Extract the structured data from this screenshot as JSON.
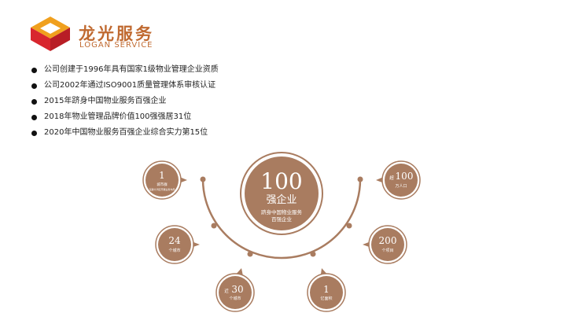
{
  "brand": {
    "name_cn": "龙光服务",
    "name_en": "LOGAN SERVICE",
    "colors": {
      "red": "#d8262e",
      "orange": "#f0a01e",
      "gold": "#c06a31",
      "bronze": "#a97c60"
    }
  },
  "bullets": [
    "公司创建于1996年具有国家1级物业管理企业资质",
    "公司2002年通过ISO9001质量管理体系审核认证",
    "2015年跻身中国物业服务百强企业",
    "2018年物业管理品牌价值100强强居31位",
    "2020年中国物业服务百强企业综合实力第15位"
  ],
  "center": {
    "number": "100",
    "title": "强企业",
    "line1": "跻身中国物业服务",
    "line2": "百强企业"
  },
  "callouts": [
    {
      "id": "c1",
      "prefix": "",
      "number": "1",
      "line1": "城市群",
      "line2": "深耕大湾区开展业务布局"
    },
    {
      "id": "c2",
      "prefix": "",
      "number": "24",
      "line1": "个城市",
      "line2": ""
    },
    {
      "id": "c3",
      "prefix": "近",
      "number": "30",
      "line1": "个城市",
      "line2": ""
    },
    {
      "id": "c4",
      "prefix": "",
      "number": "1",
      "line1": "亿面积",
      "line2": ""
    },
    {
      "id": "c5",
      "prefix": "",
      "number": "200",
      "line1": "个项目",
      "line2": ""
    },
    {
      "id": "c6",
      "prefix": "超",
      "number": "100",
      "line1": "万人口",
      "line2": ""
    }
  ]
}
